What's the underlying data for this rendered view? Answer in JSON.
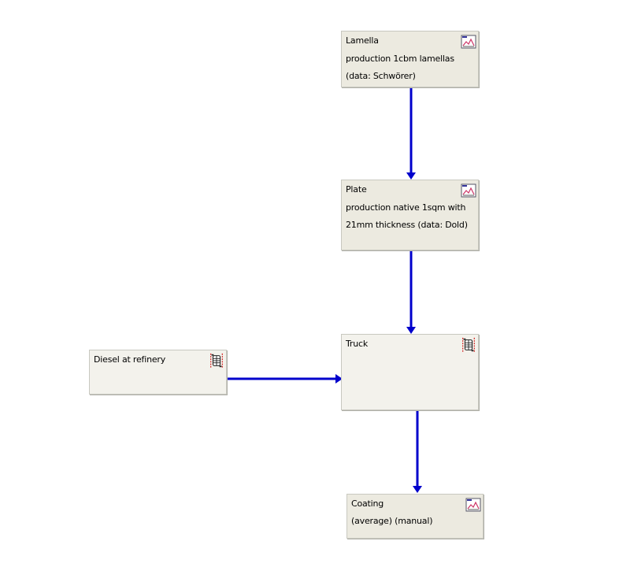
{
  "diagram": {
    "colors": {
      "connector": "#0000cc",
      "process_box": "#eceae0",
      "system_box": "#f3f2ec"
    },
    "nodes": {
      "lamella": {
        "title": "Lamella",
        "line1": "production 1cbm lamellas",
        "line2": "(data: Schwörer)",
        "icon": "process-chart-icon"
      },
      "plate": {
        "title": "Plate",
        "line1": "production native 1sqm with",
        "line2": "21mm thickness (data: Dold)",
        "icon": "process-chart-icon"
      },
      "truck": {
        "title": "Truck",
        "icon": "system-process-icon"
      },
      "diesel": {
        "title": "Diesel at refinery",
        "icon": "system-process-icon"
      },
      "coating": {
        "title": "Coating",
        "line1": "(average) (manual)",
        "icon": "process-chart-icon"
      }
    },
    "connections": [
      {
        "from": "Lamella",
        "to": "Plate"
      },
      {
        "from": "Plate",
        "to": "Truck"
      },
      {
        "from": "Diesel at refinery",
        "to": "Truck"
      },
      {
        "from": "Truck",
        "to": "Coating"
      }
    ]
  }
}
